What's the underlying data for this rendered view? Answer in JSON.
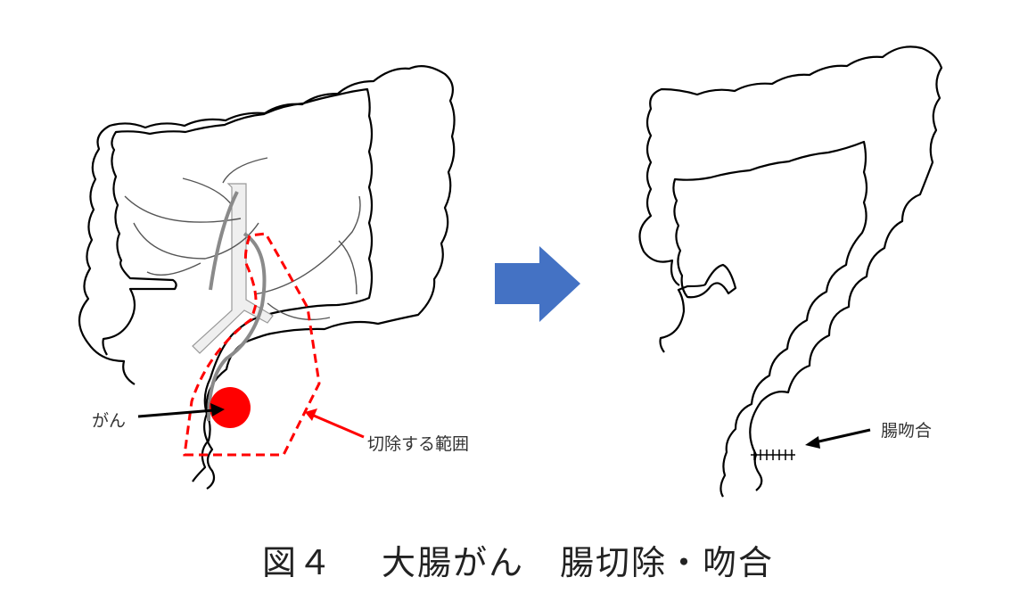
{
  "labels": {
    "cancer": "がん",
    "resection_range": "切除する範囲",
    "anastomosis": "腸吻合"
  },
  "caption": "図４　 大腸がん　腸切除・吻合",
  "colors": {
    "arrow_blue": "#4472C4",
    "tumor_red": "#FF0000",
    "vessel_gray": "#A6A6A6"
  }
}
